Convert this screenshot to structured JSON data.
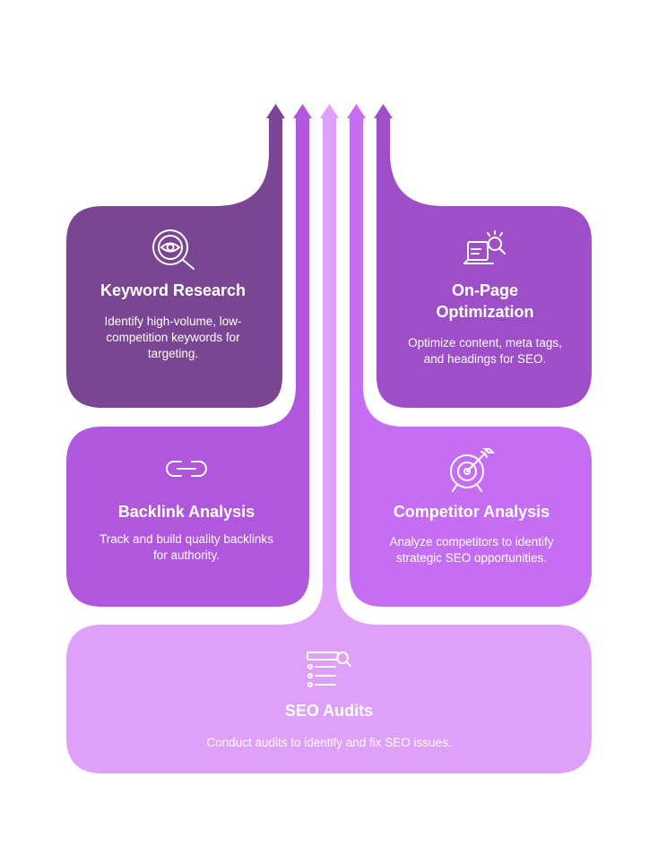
{
  "colors": {
    "keyword": "#7a4592",
    "onpage": "#9e4fc8",
    "backlink": "#b157de",
    "competitor": "#c56ef4",
    "audits": "#dea0f8"
  },
  "cards": {
    "keyword_research": {
      "title": "Keyword Research",
      "description": "Identify high-volume, low-competition keywords for targeting.",
      "icon": "eye-magnifier-icon"
    },
    "on_page_optimization": {
      "title": "On-Page Optimization",
      "description": "Optimize content, meta tags, and headings for SEO.",
      "icon": "laptop-search-icon"
    },
    "backlink_analysis": {
      "title": "Backlink Analysis",
      "description": "Track and build quality backlinks for authority.",
      "icon": "link-icon"
    },
    "competitor_analysis": {
      "title": "Competitor Analysis",
      "description": "Analyze competitors to identify strategic SEO opportunities.",
      "icon": "target-icon"
    },
    "seo_audits": {
      "title": "SEO Audits",
      "description": "Conduct audits to identify and fix SEO issues.",
      "icon": "checklist-search-icon"
    }
  }
}
